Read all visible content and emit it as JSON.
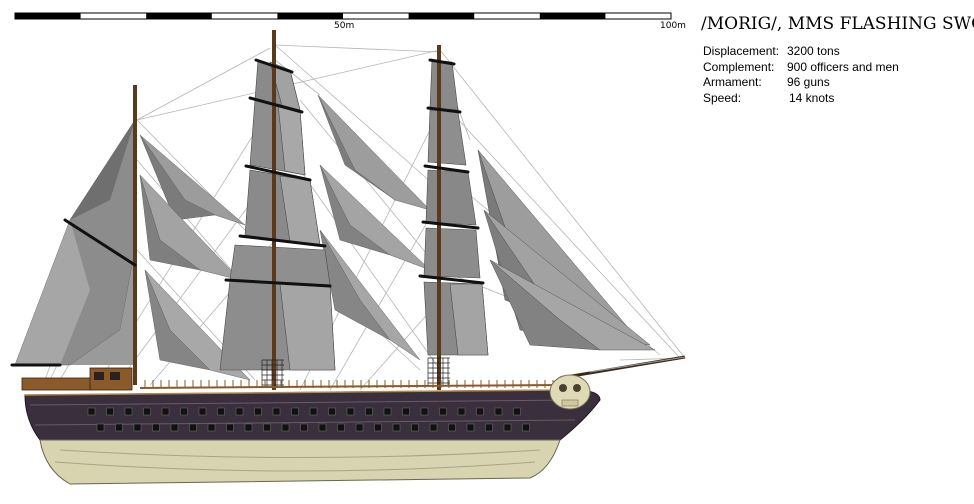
{
  "scale_bar": {
    "mid_label": "50m",
    "end_label": "100m",
    "segments": 10
  },
  "ship": {
    "title": "/MORIG/, MMS FLASHING SWORD",
    "specs": [
      {
        "label": "Displacement:",
        "value": "3200 tons"
      },
      {
        "label": "Complement:",
        "value": "900 officers and men"
      },
      {
        "label": "Armament:",
        "value": "96 guns"
      },
      {
        "label": "Speed:",
        "value": "14 knots"
      }
    ]
  },
  "colors": {
    "hull_dark": "#3a2f3c",
    "hull_light": "#d8d4b0",
    "sail_dark": "#6e6e6e",
    "sail_light": "#a8a8a8",
    "figurehead": "#e0d9b5",
    "wood": "#8a5a2a"
  },
  "icons": {
    "figurehead": "skull-figurehead-icon"
  }
}
